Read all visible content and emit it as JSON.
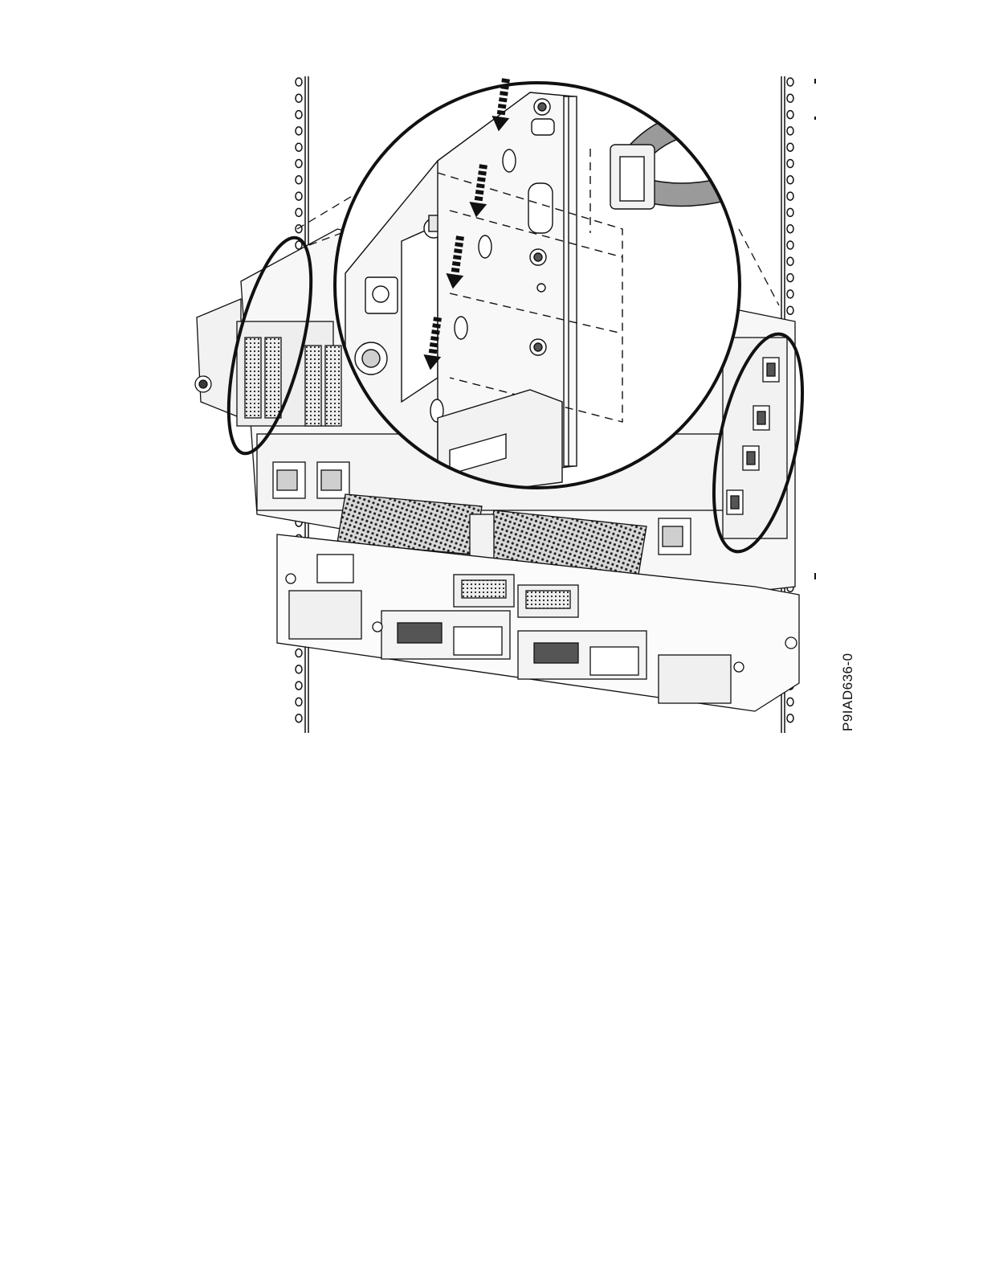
{
  "figure": {
    "figure_id": "P9IAD636-0",
    "colors": {
      "line": "#111111",
      "fill_light": "#f2f2f2",
      "fill_mid": "#cfcfcf",
      "fill_dark": "#3a3a3a",
      "cable": "#9a9a9a",
      "background": "#ffffff"
    },
    "icons": [
      "down-arrow-icon",
      "callout-ellipse",
      "magnifier-circle"
    ]
  }
}
